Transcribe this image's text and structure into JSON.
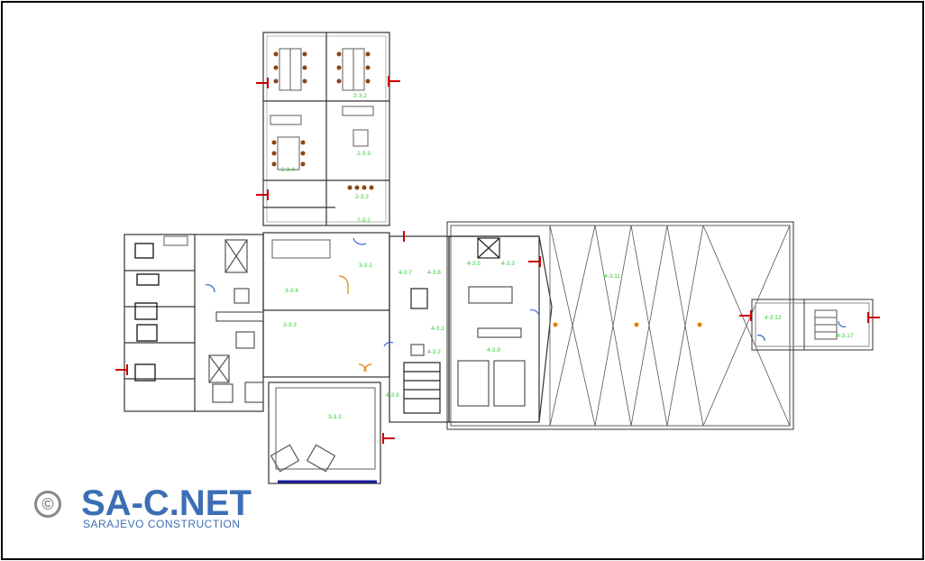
{
  "colors": {
    "line": "#333333",
    "thin": "#777777",
    "label": "#33cc33",
    "marker": "#cc0000",
    "door": "#3366cc",
    "furniture": "#8b4513",
    "accent": "#e08000",
    "watermark": "#3d6fb6"
  },
  "rooms": [
    {
      "id": "r1",
      "label": "2-3.2"
    },
    {
      "id": "r2",
      "label": "2-3.3"
    },
    {
      "id": "r3",
      "label": "2-3.4"
    },
    {
      "id": "r4",
      "label": "2-3.2"
    },
    {
      "id": "r5",
      "label": "2-3.1"
    },
    {
      "id": "r6",
      "label": "3-3.1"
    },
    {
      "id": "r7",
      "label": "3-3.4"
    },
    {
      "id": "r8",
      "label": "3-3.3"
    },
    {
      "id": "r9",
      "label": "3-3.2"
    },
    {
      "id": "r10",
      "label": "4-3.7"
    },
    {
      "id": "r11",
      "label": "4-3.8"
    },
    {
      "id": "r12",
      "label": "4-3.1"
    },
    {
      "id": "r13",
      "label": "4-3.2"
    },
    {
      "id": "r14",
      "label": "4-3.3"
    },
    {
      "id": "r15",
      "label": "4-3.9"
    },
    {
      "id": "r16",
      "label": "4-3.6"
    },
    {
      "id": "r17",
      "label": "4-3.5"
    },
    {
      "id": "r18",
      "label": "4-3.11"
    },
    {
      "id": "r19",
      "label": "4-3.12"
    },
    {
      "id": "r20",
      "label": "4-3.17"
    }
  ],
  "watermark": {
    "symbol": "©",
    "name": "SA-C.NET",
    "subtitle": "SARAJEVO CONSTRUCTION"
  }
}
